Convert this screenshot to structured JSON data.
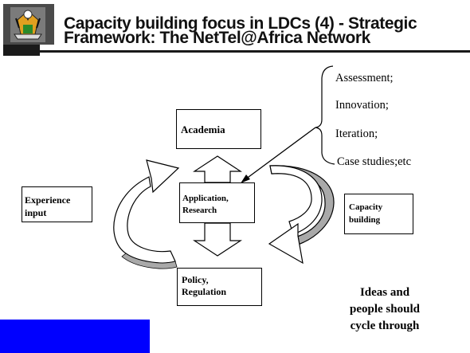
{
  "title": {
    "line1": "Capacity building focus in LDCs (4)  - Strategic",
    "line2": "Framework: The NetTel@Africa Network"
  },
  "boxes": {
    "academia": "Academia",
    "application_line1": "Application,",
    "application_line2": "Research",
    "experience_line1": "Experience",
    "experience_line2": "input",
    "capacity_line1": "Capacity",
    "capacity_line2": "building",
    "policy_line1": "Policy,",
    "policy_line2": "Regulation"
  },
  "process_list": [
    "Assessment;",
    "Innovation;",
    "Iteration;",
    "Case studies;etc"
  ],
  "caption": {
    "line1": "Ideas and",
    "line2": "people should",
    "line3": "cycle through"
  },
  "logo_icon": "university-crest-icon",
  "colors": {
    "accent_bar": "#0000ff",
    "arrow_shadow": "#a9a9a9",
    "logo_background": "#4a4a4a"
  }
}
